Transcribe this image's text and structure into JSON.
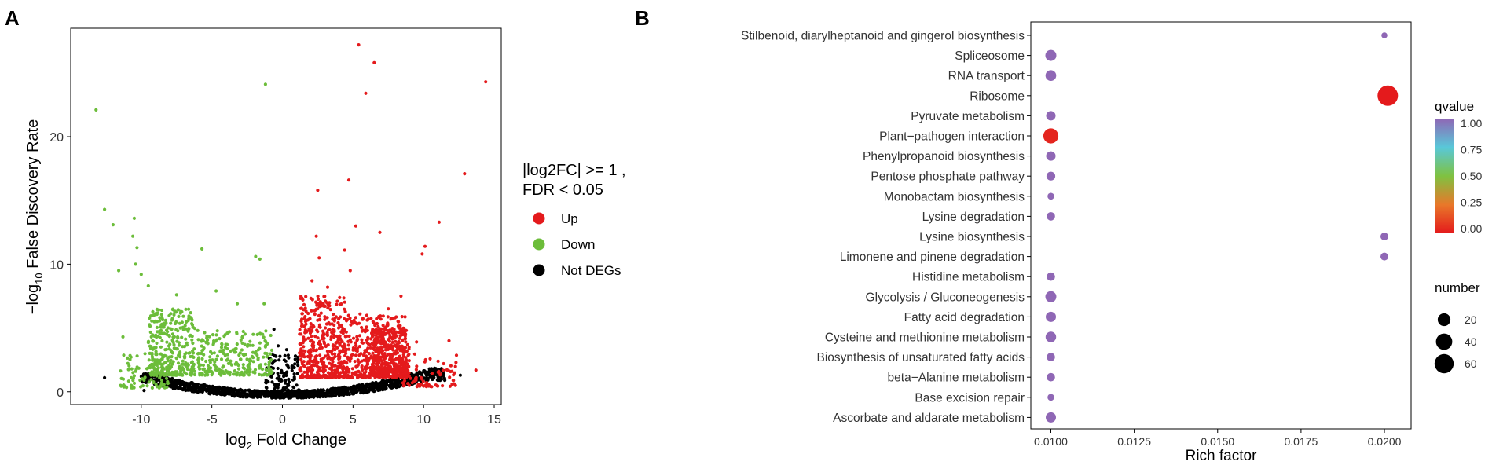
{
  "panels": {
    "a_label": "A",
    "b_label": "B"
  },
  "chart_data": [
    {
      "type": "scatter",
      "panel": "A",
      "title": "",
      "xlabel_main": "log",
      "xlabel_sub": "2",
      "xlabel_rest": " Fold Change",
      "ylabel_pre": "−log",
      "ylabel_sub": "10",
      "ylabel_rest": " False Discovery Rate",
      "xlim": [
        -15,
        15.5
      ],
      "ylim": [
        -1,
        28.5
      ],
      "xticks": [
        -10,
        -5,
        0,
        5,
        10,
        15
      ],
      "yticks": [
        0,
        10,
        20
      ],
      "grid": false,
      "legend": {
        "placement": "right",
        "title_line1": "|log2FC| >=  1 ,",
        "title_line2": "FDR <  0.05",
        "entries": [
          {
            "label": "Up",
            "color": "#e41a1c"
          },
          {
            "label": "Down",
            "color": "#6cbd3a"
          },
          {
            "label": "Not DEGs",
            "color": "#000000"
          }
        ]
      },
      "series": [
        {
          "name": "Up",
          "color": "#e41a1c",
          "points": [
            [
              5.4,
              27.2
            ],
            [
              6.5,
              25.8
            ],
            [
              5.9,
              23.4
            ],
            [
              14.4,
              24.3
            ],
            [
              12.9,
              17.1
            ],
            [
              4.7,
              16.6
            ],
            [
              2.5,
              15.8
            ],
            [
              11.1,
              13.3
            ],
            [
              5.2,
              13.0
            ],
            [
              6.9,
              12.5
            ],
            [
              2.4,
              12.2
            ],
            [
              4.4,
              11.1
            ],
            [
              10.1,
              11.4
            ],
            [
              9.9,
              10.8
            ],
            [
              2.6,
              10.5
            ],
            [
              4.8,
              9.5
            ],
            [
              2.1,
              8.7
            ],
            [
              3.2,
              8.2
            ],
            [
              8.4,
              7.5
            ],
            [
              7.5,
              6.5
            ],
            [
              5.5,
              6.1
            ],
            [
              11.8,
              4.0
            ],
            [
              6.0,
              3.3
            ],
            [
              13.7,
              1.7
            ],
            [
              2.0,
              3.1
            ],
            [
              9.5,
              3.9
            ]
          ]
        },
        {
          "name": "Down",
          "color": "#6cbd3a",
          "points": [
            [
              -13.2,
              22.1
            ],
            [
              -1.2,
              24.1
            ],
            [
              -12.6,
              14.3
            ],
            [
              -10.5,
              13.6
            ],
            [
              -12.0,
              13.1
            ],
            [
              -10.6,
              12.2
            ],
            [
              -10.3,
              11.3
            ],
            [
              -5.7,
              11.2
            ],
            [
              -1.9,
              10.6
            ],
            [
              -1.6,
              10.4
            ],
            [
              -10.4,
              10.0
            ],
            [
              -11.6,
              9.5
            ],
            [
              -10.0,
              9.2
            ],
            [
              -9.5,
              8.3
            ],
            [
              -4.7,
              7.9
            ],
            [
              -7.5,
              7.6
            ],
            [
              -3.2,
              6.9
            ],
            [
              -1.3,
              6.9
            ],
            [
              -11.3,
              4.3
            ],
            [
              -6.0,
              4.8
            ],
            [
              -3.9,
              4.6
            ]
          ]
        },
        {
          "name": "Not DEGs",
          "color": "#000000",
          "points": [
            [
              -12.6,
              1.1
            ],
            [
              -0.6,
              4.9
            ],
            [
              -0.3,
              3.6
            ],
            [
              0.3,
              3.3
            ],
            [
              -9.8,
              0.1
            ],
            [
              12.6,
              1.3
            ],
            [
              11.5,
              0.9
            ]
          ]
        }
      ],
      "clusters": [
        {
          "series": "Up",
          "x": [
            1.2,
            4.5
          ],
          "y": [
            1.1,
            7.5
          ],
          "n": 450
        },
        {
          "series": "Up",
          "x": [
            4.5,
            8.8
          ],
          "y": [
            1.1,
            6.0
          ],
          "n": 380
        },
        {
          "series": "Up",
          "x": [
            6.3,
            9.0
          ],
          "y": [
            1.2,
            5.0
          ],
          "n": 350
        },
        {
          "series": "Up",
          "x": [
            8.5,
            12.5
          ],
          "y": [
            0.4,
            3.0
          ],
          "n": 70
        },
        {
          "series": "Down",
          "x": [
            -9.5,
            -6.2
          ],
          "y": [
            1.3,
            6.5
          ],
          "n": 330
        },
        {
          "series": "Down",
          "x": [
            -6.0,
            -0.7
          ],
          "y": [
            1.3,
            4.8
          ],
          "n": 260
        },
        {
          "series": "Down",
          "x": [
            -11.5,
            -8.0
          ],
          "y": [
            0.3,
            3.0
          ],
          "n": 90
        },
        {
          "series": "Not DEGs",
          "x": [
            -10.0,
            11.5
          ],
          "y": [
            -0.6,
            1.2
          ],
          "n": 1300
        },
        {
          "series": "Not DEGs",
          "x": [
            -1.2,
            1.2
          ],
          "y": [
            0.0,
            3.0
          ],
          "n": 120
        }
      ]
    },
    {
      "type": "scatter",
      "panel": "B",
      "title": "",
      "xlabel": "Rich factor",
      "ylabel": "",
      "xlim": [
        0.0094,
        0.0208
      ],
      "xticks": [
        0.01,
        0.0125,
        0.015,
        0.0175,
        0.02
      ],
      "xtick_labels": [
        "0.0100",
        "0.0125",
        "0.0150",
        "0.0175",
        "0.0200"
      ],
      "grid": false,
      "categories": [
        "Stilbenoid, diarylheptanoid and gingerol biosynthesis",
        "Spliceosome",
        "RNA transport",
        "Ribosome",
        "Pyruvate metabolism",
        "Plant−pathogen interaction",
        "Phenylpropanoid biosynthesis",
        "Pentose phosphate pathway",
        "Monobactam biosynthesis",
        "Lysine degradation",
        "Lysine biosynthesis",
        "Limonene and pinene degradation",
        "Histidine metabolism",
        "Glycolysis / Gluconeogenesis",
        "Fatty acid degradation",
        "Cysteine and methionine metabolism",
        "Biosynthesis of unsaturated fatty acids",
        "beta−Alanine metabolism",
        "Base excision repair",
        "Ascorbate and aldarate metabolism"
      ],
      "points": [
        {
          "rich_factor": 0.02,
          "number": 1,
          "qvalue": 1.0
        },
        {
          "rich_factor": 0.01,
          "number": 13,
          "qvalue": 1.0
        },
        {
          "rich_factor": 0.01,
          "number": 12,
          "qvalue": 1.0
        },
        {
          "rich_factor": 0.0201,
          "number": 70,
          "qvalue": 0.0
        },
        {
          "rich_factor": 0.01,
          "number": 8,
          "qvalue": 1.0
        },
        {
          "rich_factor": 0.01,
          "number": 32,
          "qvalue": 0.03
        },
        {
          "rich_factor": 0.01,
          "number": 8,
          "qvalue": 1.0
        },
        {
          "rich_factor": 0.01,
          "number": 6,
          "qvalue": 1.0
        },
        {
          "rich_factor": 0.01,
          "number": 2,
          "qvalue": 1.0
        },
        {
          "rich_factor": 0.01,
          "number": 5,
          "qvalue": 1.0
        },
        {
          "rich_factor": 0.02,
          "number": 4,
          "qvalue": 1.0
        },
        {
          "rich_factor": 0.02,
          "number": 4,
          "qvalue": 1.0
        },
        {
          "rich_factor": 0.01,
          "number": 5,
          "qvalue": 1.0
        },
        {
          "rich_factor": 0.01,
          "number": 13,
          "qvalue": 1.0
        },
        {
          "rich_factor": 0.01,
          "number": 10,
          "qvalue": 1.0
        },
        {
          "rich_factor": 0.01,
          "number": 11,
          "qvalue": 1.0
        },
        {
          "rich_factor": 0.01,
          "number": 5,
          "qvalue": 1.0
        },
        {
          "rich_factor": 0.01,
          "number": 5,
          "qvalue": 1.0
        },
        {
          "rich_factor": 0.01,
          "number": 2,
          "qvalue": 1.0
        },
        {
          "rich_factor": 0.01,
          "number": 10,
          "qvalue": 1.0
        }
      ],
      "legend": {
        "placement": "right",
        "color_title": "qvalue",
        "color_ticks": [
          "1.00",
          "0.75",
          "0.50",
          "0.25",
          "0.00"
        ],
        "color_stops": [
          "#e41a1c",
          "#e8782a",
          "#7fc241",
          "#59c8d9",
          "#8f67b5"
        ],
        "size_title": "number",
        "size_entries": [
          {
            "label": "20",
            "number": 20
          },
          {
            "label": "40",
            "number": 40
          },
          {
            "label": "60",
            "number": 60
          }
        ]
      }
    }
  ]
}
